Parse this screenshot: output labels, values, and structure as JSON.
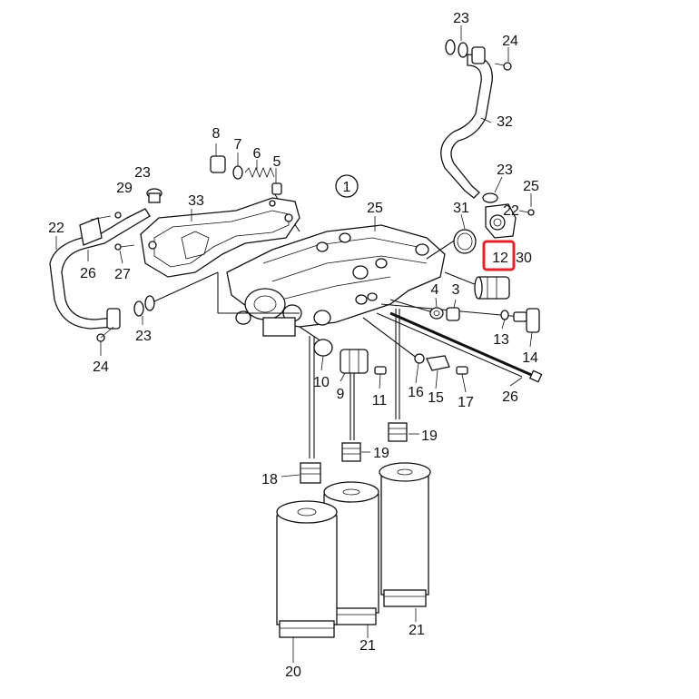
{
  "diagram": {
    "highlight_color": "#e0242a",
    "section_marker": "1",
    "labels": {
      "l23_top": "23",
      "l24_top": "24",
      "l32": "32",
      "l23_mid": "23",
      "l25_right": "25",
      "l31": "31",
      "l22_right": "22",
      "l12": "12",
      "l30": "30",
      "l8": "8",
      "l7": "7",
      "l6": "6",
      "l5": "5",
      "l23_left": "23",
      "l29": "29",
      "l33": "33",
      "l25_mid": "25",
      "l22_left": "22",
      "l26_left": "26",
      "l27": "27",
      "l23_bottom": "23",
      "l24_bottom": "24",
      "l4": "4",
      "l3": "3",
      "l13": "13",
      "l14": "14",
      "l10": "10",
      "l9": "9",
      "l11": "11",
      "l16": "16",
      "l15": "15",
      "l17": "17",
      "l26_right": "26",
      "l19_right": "19",
      "l19_mid": "19",
      "l18": "18",
      "l21_right": "21",
      "l21_mid": "21",
      "l20": "20"
    }
  }
}
